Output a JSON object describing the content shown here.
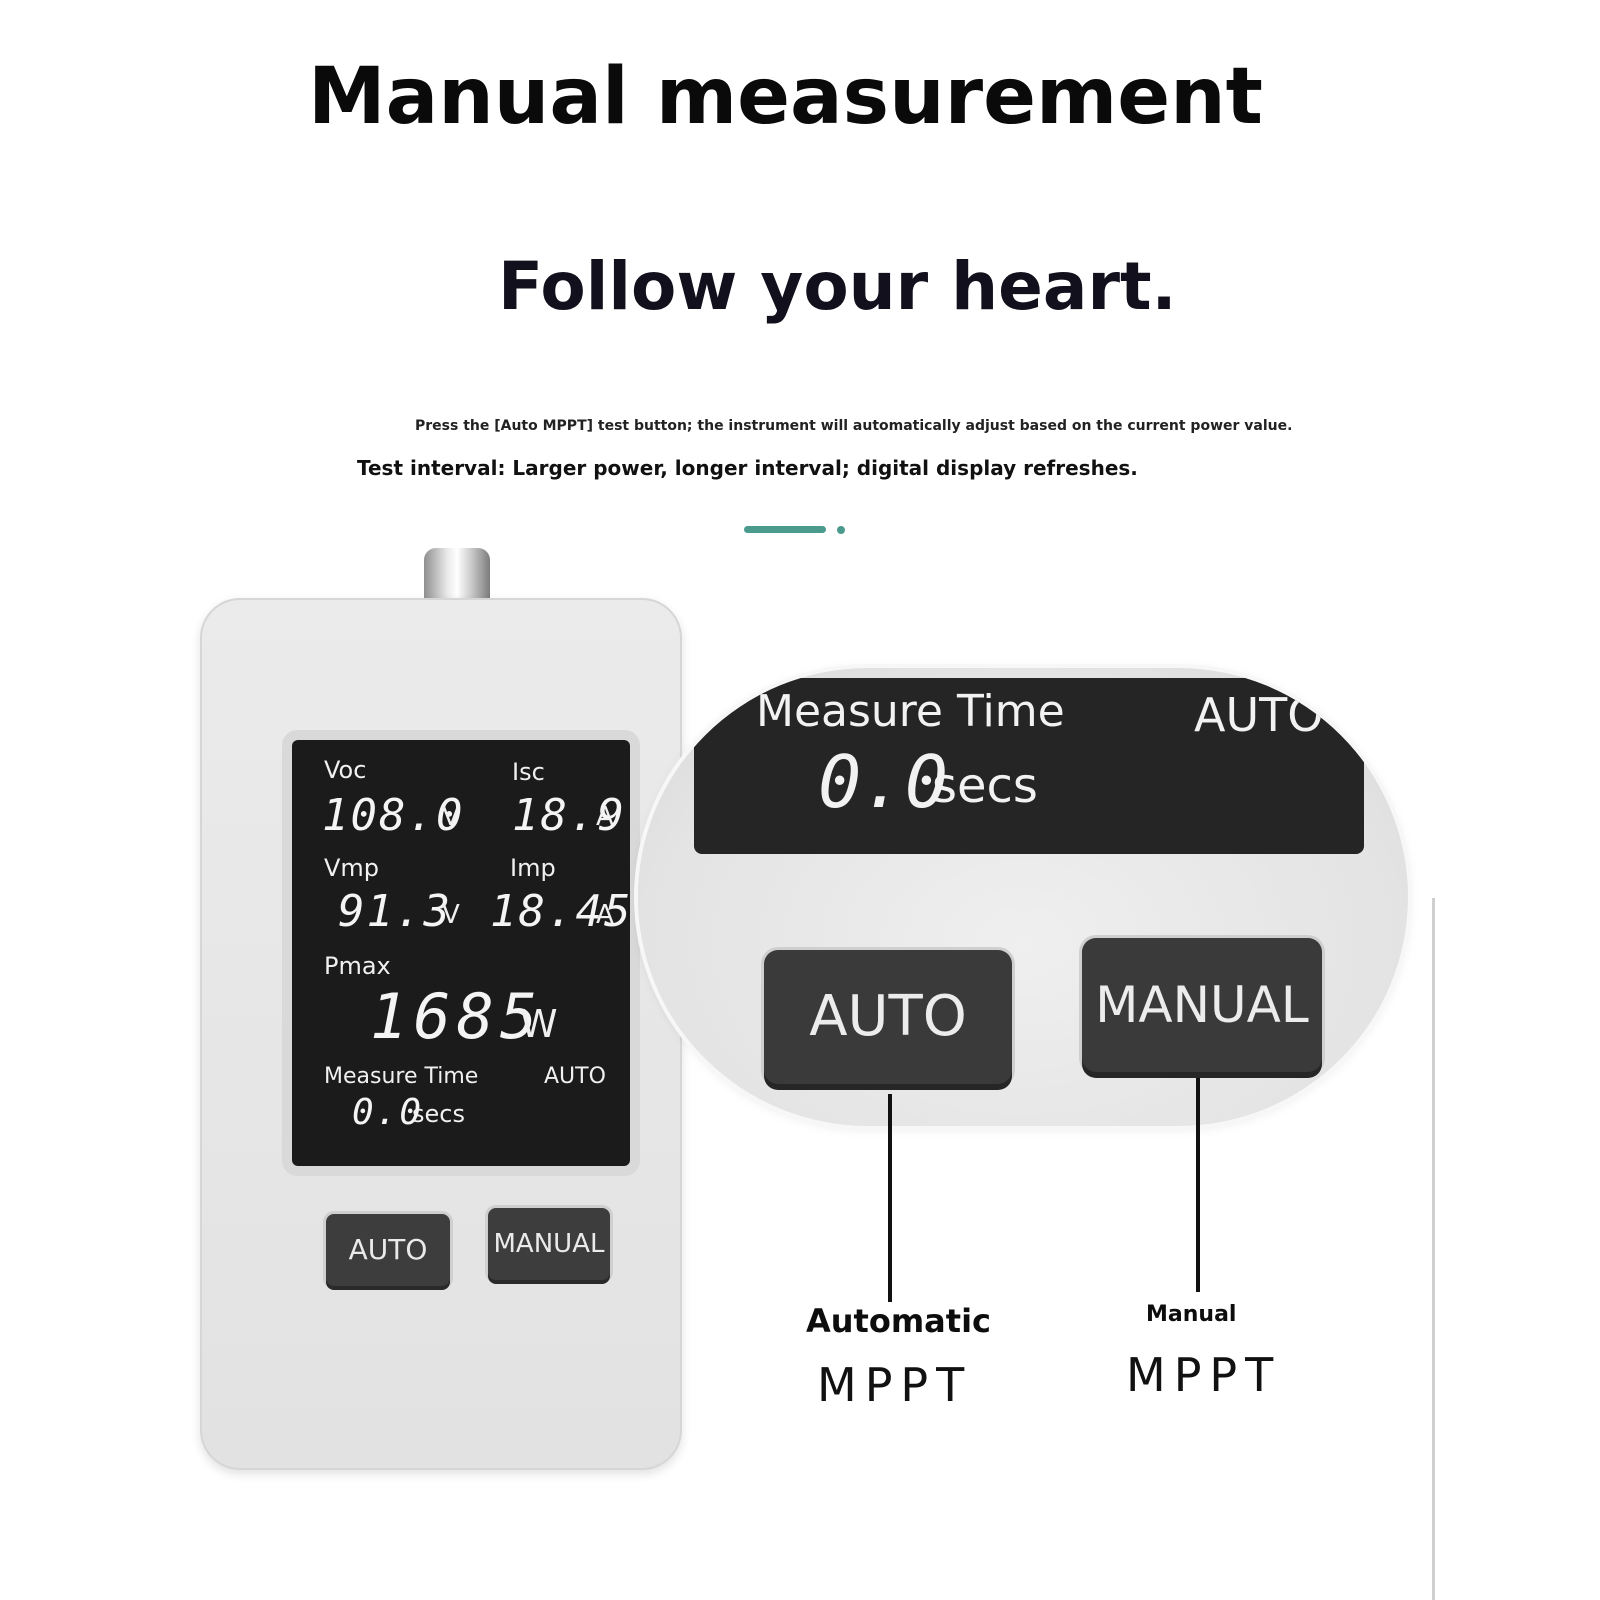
{
  "header": {
    "title": "Manual measurement",
    "subtitle": "Follow your heart.",
    "description_1": "Press the [Auto MPPT] test button; the instrument will automatically adjust based on the current power value.",
    "description_2": "Test interval: Larger power, longer interval; digital display refreshes."
  },
  "device": {
    "voc_label": "Voc",
    "voc_value": "108.0",
    "voc_unit": "V",
    "isc_label": "Isc",
    "isc_value": "18.9",
    "isc_unit": "A",
    "vmp_label": "Vmp",
    "vmp_value": "91.3",
    "vmp_unit": "V",
    "imp_label": "Imp",
    "imp_value": "18.45",
    "imp_unit": "A",
    "pmax_label": "Pmax",
    "pmax_value": "1685",
    "pmax_unit": "W",
    "measure_time_label": "Measure Time",
    "mode": "AUTO",
    "measure_time_value": "0.0",
    "measure_time_unit": "secs",
    "auto_button": "AUTO",
    "manual_button": "MANUAL"
  },
  "zoom": {
    "measure_time_label": "Measure Time",
    "mode": "AUTO",
    "measure_time_value": "0.0",
    "measure_time_unit": "secs",
    "auto_button": "AUTO",
    "manual_button": "MANUAL"
  },
  "captions": {
    "auto_title": "Automatic",
    "auto_sub": "MPPT",
    "manual_title": "Manual",
    "manual_sub": "MPPT"
  },
  "colors": {
    "accent": "#4a9a8d",
    "screen": "#1b1b1b",
    "button": "#3d3d3d",
    "body": "#e6e6e6"
  }
}
